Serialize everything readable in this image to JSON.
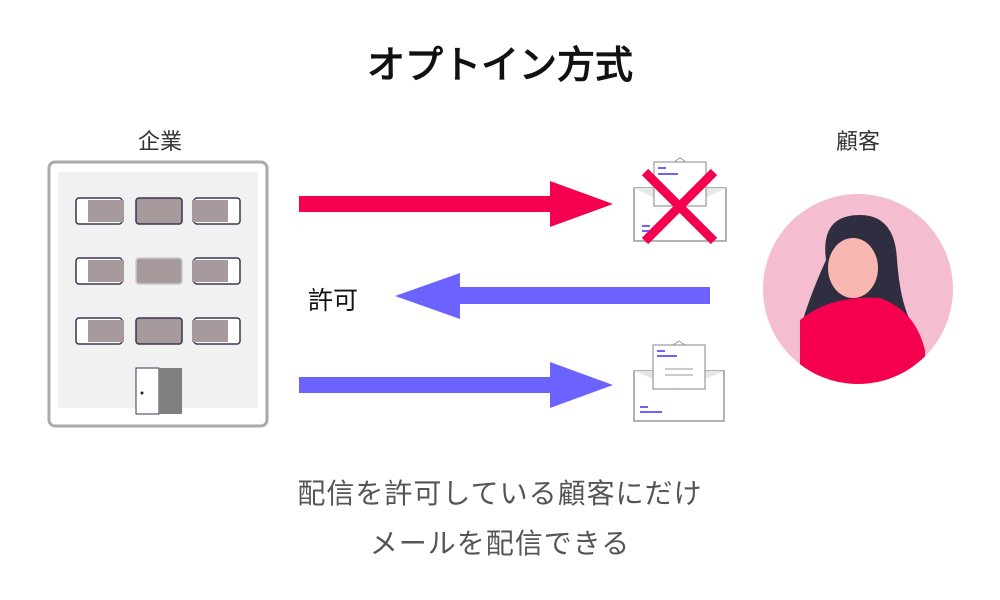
{
  "title": "オプトイン方式",
  "labels": {
    "company": "企業",
    "customer": "顧客",
    "permission": "許可"
  },
  "caption": [
    "配信を許可している顧客にだけ",
    "メールを配信できる"
  ],
  "colors": {
    "pink": "#f5004f",
    "blue": "#6c63ff",
    "circle": "#f4bdd0"
  }
}
